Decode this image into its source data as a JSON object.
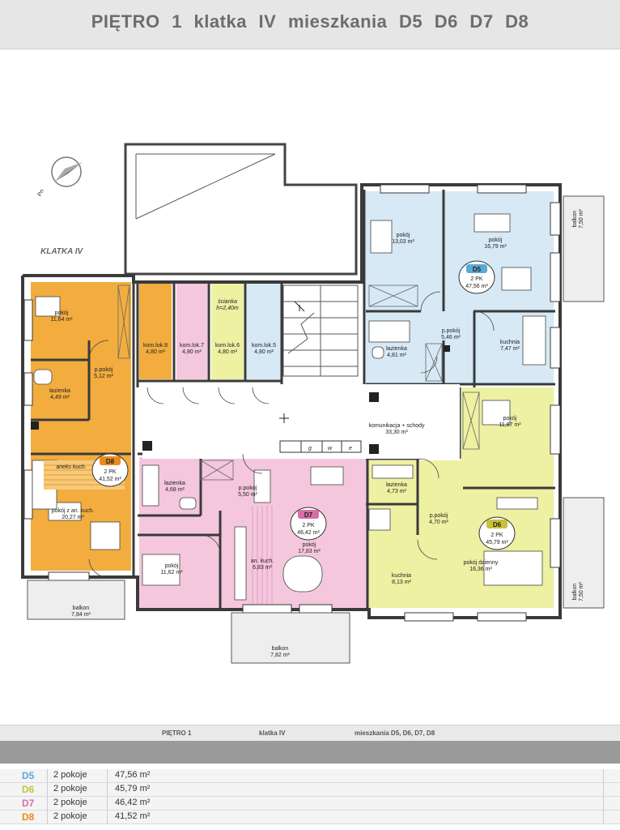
{
  "header": {
    "title": "PIĘTRO 1   klatka IV   mieszkania D5   D6   D7   D8"
  },
  "plan": {
    "north_label": "Pn",
    "stair_label": "KLATKA IV",
    "apartments": [
      {
        "code": "D5",
        "rooms": "2 PK",
        "area": "47,56 m²",
        "color": "#d6e9f5"
      },
      {
        "code": "D6",
        "rooms": "2 PK",
        "area": "45,79 m²",
        "color": "#eef0a2"
      },
      {
        "code": "D7",
        "rooms": "2 PK",
        "area": "46,42 m²",
        "color": "#f4c7dd"
      },
      {
        "code": "D8",
        "rooms": "2 PK",
        "area": "41,52 m²",
        "color": "#f2ad3e"
      }
    ],
    "rooms": {
      "d5_pokoj1": {
        "name": "pokój",
        "area": "13,03 m²"
      },
      "d5_pokoj2": {
        "name": "pokój",
        "area": "16,79 m²"
      },
      "d5_przedpokoj": {
        "name": "p.pokój",
        "area": "5,46 m²"
      },
      "d5_kuchnia": {
        "name": "kuchnia",
        "area": "7,47 m²"
      },
      "d5_lazienka": {
        "name": "łazienka",
        "area": "4,81 m²"
      },
      "d6_pokoj1": {
        "name": "pokój",
        "area": "11,87 m²"
      },
      "d6_lazienka": {
        "name": "łazienka",
        "area": "4,73 m²"
      },
      "d6_przedpokoj": {
        "name": "p.pokój",
        "area": "4,70 m²"
      },
      "d6_pokoj_dzienny": {
        "name": "pokój dzienny",
        "area": "16,36 m²"
      },
      "d6_kuchnia": {
        "name": "kuchnia",
        "area": "8,13 m²"
      },
      "d7_lazienka": {
        "name": "łazienka",
        "area": "4,68 m²"
      },
      "d7_przedpokoj": {
        "name": "p.pokój",
        "area": "5,50 m²"
      },
      "d7_pokoj1": {
        "name": "pokój",
        "area": "17,83 m²"
      },
      "d7_an_kuch": {
        "name": "an. kuch.",
        "area": "6,83 m²"
      },
      "d7_pokoj2": {
        "name": "pokój",
        "area": "11,62 m²"
      },
      "d8_pokoj": {
        "name": "pokój",
        "area": "11,64 m²"
      },
      "d8_przedpokoj": {
        "name": "p.pokój",
        "area": "5,12 m²"
      },
      "d8_lazienka": {
        "name": "łazienka",
        "area": "4,49 m²"
      },
      "d8_aneks": {
        "name": "aneks  kuch.",
        "area": ""
      },
      "d8_pokoj_an": {
        "name": "pokój z an. kuch.",
        "area": "20,27 m²"
      },
      "kom8": {
        "name": "kom.lok.8",
        "area": "4,80 m²"
      },
      "kom7": {
        "name": "kom.lok.7",
        "area": "4,80 m²"
      },
      "kom6": {
        "name": "kom.lok.6",
        "area": "4,80 m²"
      },
      "kom5": {
        "name": "kom.lok.5",
        "area": "4,80 m²"
      },
      "scianka": {
        "name": "ścianka",
        "area": "h=2,40m"
      },
      "komunikacja": {
        "name": "komunikacja + schody",
        "area": "33,30 m²"
      },
      "balkon_d8": {
        "name": "balkon",
        "area": "7,84 m²"
      },
      "balkon_d7": {
        "name": "balkon",
        "area": "7,82 m²"
      },
      "balkon_d5": {
        "name": "balkon",
        "area": "7,50 m²"
      },
      "balkon_d6": {
        "name": "balkon",
        "area": "7,50 m²"
      }
    },
    "meters": [
      "g",
      "w",
      "e"
    ]
  },
  "summary": {
    "floor": "PIĘTRO 1",
    "stair": "klatka IV",
    "apartments_label": "mieszkania D5, D6, D7, D8",
    "rows": [
      {
        "code": "D5",
        "rooms": "2 pokoje",
        "area": "47,56 m²",
        "color": "#5aa9d8"
      },
      {
        "code": "D6",
        "rooms": "2 pokoje",
        "area": "45,79 m²",
        "color": "#c7c23a"
      },
      {
        "code": "D7",
        "rooms": "2 pokoje",
        "area": "46,42 m²",
        "color": "#d96ea6"
      },
      {
        "code": "D8",
        "rooms": "2 pokoje",
        "area": "41,52 m²",
        "color": "#e98a1c"
      }
    ]
  }
}
